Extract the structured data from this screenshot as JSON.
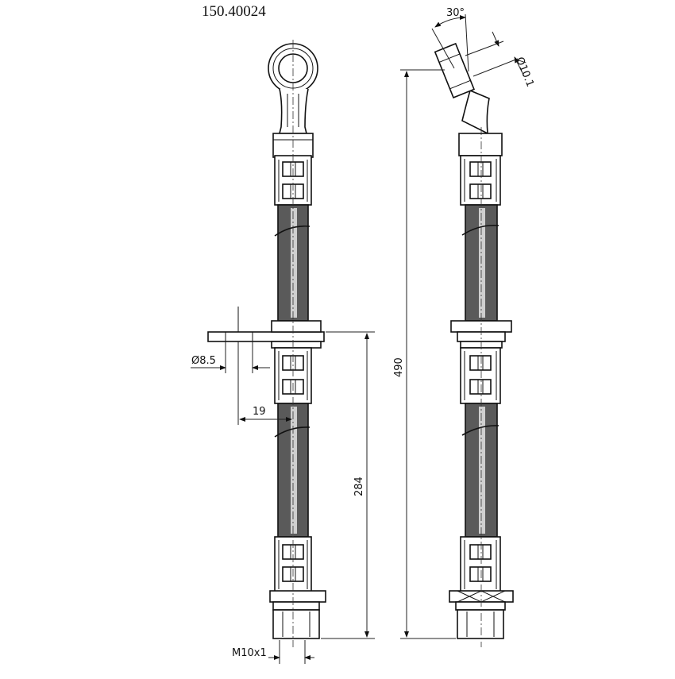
{
  "part_number": "150.40024",
  "dimensions": {
    "angle": "30°",
    "fitting_diameter": "Ø10.1",
    "bracket_hole": "Ø8.5",
    "bracket_offset": "19",
    "lower_length": "284",
    "total_length": "490",
    "thread": "M10x1"
  }
}
